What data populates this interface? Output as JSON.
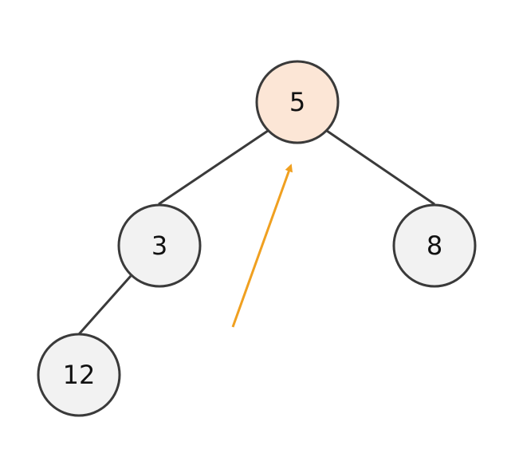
{
  "tree": {
    "nodes": [
      {
        "id": "root",
        "label": "5",
        "highlighted": true
      },
      {
        "id": "left",
        "label": "3",
        "highlighted": false
      },
      {
        "id": "right",
        "label": "8",
        "highlighted": false
      },
      {
        "id": "left-left",
        "label": "12",
        "highlighted": false
      }
    ],
    "edges": [
      {
        "from": "root",
        "to": "left"
      },
      {
        "from": "root",
        "to": "right"
      },
      {
        "from": "left",
        "to": "left-left"
      }
    ]
  },
  "colors": {
    "highlight_fill": "#fce6d6",
    "node_fill": "#f2f2f2",
    "stroke": "#3a3a3a",
    "arrow": "#f0a020"
  }
}
